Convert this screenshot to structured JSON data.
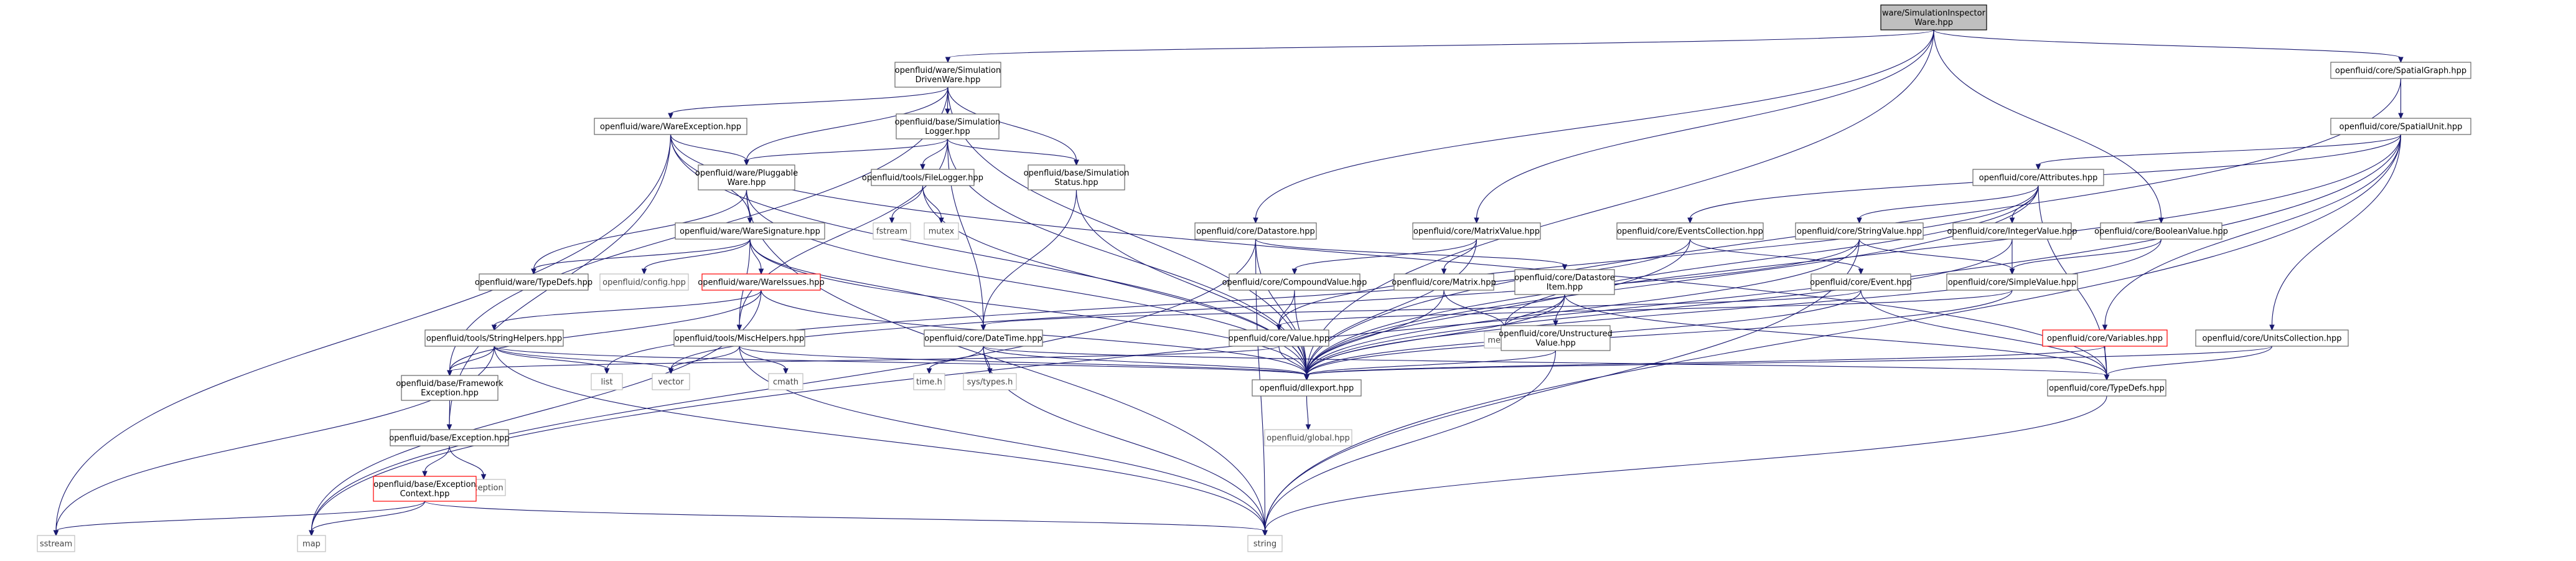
{
  "graph": {
    "nodes": [
      {
        "id": "root",
        "lines": [
          "ware/SimulationInspector",
          "Ware.hpp"
        ],
        "style": "focus"
      },
      {
        "id": "simdriven",
        "lines": [
          "openfluid/ware/Simulation",
          "DrivenWare.hpp"
        ],
        "style": "normal"
      },
      {
        "id": "spatialgraph",
        "lines": [
          "openfluid/core/SpatialGraph.hpp"
        ],
        "style": "normal"
      },
      {
        "id": "wareexc",
        "lines": [
          "openfluid/ware/WareException.hpp"
        ],
        "style": "normal"
      },
      {
        "id": "simlogger",
        "lines": [
          "openfluid/base/Simulation",
          "Logger.hpp"
        ],
        "style": "normal"
      },
      {
        "id": "spatialunit",
        "lines": [
          "openfluid/core/SpatialUnit.hpp"
        ],
        "style": "normal"
      },
      {
        "id": "pluggable",
        "lines": [
          "openfluid/ware/Pluggable",
          "Ware.hpp"
        ],
        "style": "normal"
      },
      {
        "id": "filelogger",
        "lines": [
          "openfluid/tools/FileLogger.hpp"
        ],
        "style": "normal"
      },
      {
        "id": "simstatus",
        "lines": [
          "openfluid/base/Simulation",
          "Status.hpp"
        ],
        "style": "normal"
      },
      {
        "id": "attributes",
        "lines": [
          "openfluid/core/Attributes.hpp"
        ],
        "style": "normal"
      },
      {
        "id": "waresig",
        "lines": [
          "openfluid/ware/WareSignature.hpp"
        ],
        "style": "normal"
      },
      {
        "id": "fstream",
        "lines": [
          "fstream"
        ],
        "style": "plain"
      },
      {
        "id": "mutex",
        "lines": [
          "mutex"
        ],
        "style": "plain"
      },
      {
        "id": "datastore",
        "lines": [
          "openfluid/core/Datastore.hpp"
        ],
        "style": "normal"
      },
      {
        "id": "matrixvalue",
        "lines": [
          "openfluid/core/MatrixValue.hpp"
        ],
        "style": "normal"
      },
      {
        "id": "eventscoll",
        "lines": [
          "openfluid/core/EventsCollection.hpp"
        ],
        "style": "normal"
      },
      {
        "id": "stringvalue",
        "lines": [
          "openfluid/core/StringValue.hpp"
        ],
        "style": "normal"
      },
      {
        "id": "integervalue",
        "lines": [
          "openfluid/core/IntegerValue.hpp"
        ],
        "style": "normal"
      },
      {
        "id": "booleanvalue",
        "lines": [
          "openfluid/core/BooleanValue.hpp"
        ],
        "style": "normal"
      },
      {
        "id": "waretypedefs",
        "lines": [
          "openfluid/ware/TypeDefs.hpp"
        ],
        "style": "normal"
      },
      {
        "id": "config",
        "lines": [
          "openfluid/config.hpp"
        ],
        "style": "plain"
      },
      {
        "id": "wareissues",
        "lines": [
          "openfluid/ware/WareIssues.hpp"
        ],
        "style": "red"
      },
      {
        "id": "compoundvalue",
        "lines": [
          "openfluid/core/CompoundValue.hpp"
        ],
        "style": "normal"
      },
      {
        "id": "matrix",
        "lines": [
          "openfluid/core/Matrix.hpp"
        ],
        "style": "normal"
      },
      {
        "id": "dsitem",
        "lines": [
          "openfluid/core/Datastore",
          "Item.hpp"
        ],
        "style": "normal"
      },
      {
        "id": "event",
        "lines": [
          "openfluid/core/Event.hpp"
        ],
        "style": "normal"
      },
      {
        "id": "simplevalue",
        "lines": [
          "openfluid/core/SimpleValue.hpp"
        ],
        "style": "normal"
      },
      {
        "id": "stringhelpers",
        "lines": [
          "openfluid/tools/StringHelpers.hpp"
        ],
        "style": "normal"
      },
      {
        "id": "mischelpers",
        "lines": [
          "openfluid/tools/MiscHelpers.hpp"
        ],
        "style": "normal"
      },
      {
        "id": "datetime",
        "lines": [
          "openfluid/core/DateTime.hpp"
        ],
        "style": "normal"
      },
      {
        "id": "value",
        "lines": [
          "openfluid/core/Value.hpp"
        ],
        "style": "normal"
      },
      {
        "id": "memory",
        "lines": [
          "memory"
        ],
        "style": "plain"
      },
      {
        "id": "unstructured",
        "lines": [
          "openfluid/core/Unstructured",
          "Value.hpp"
        ],
        "style": "normal"
      },
      {
        "id": "variables",
        "lines": [
          "openfluid/core/Variables.hpp"
        ],
        "style": "red"
      },
      {
        "id": "unitscoll",
        "lines": [
          "openfluid/core/UnitsCollection.hpp"
        ],
        "style": "normal"
      },
      {
        "id": "fwexc",
        "lines": [
          "openfluid/base/Framework",
          "Exception.hpp"
        ],
        "style": "normal"
      },
      {
        "id": "list",
        "lines": [
          "list"
        ],
        "style": "plain"
      },
      {
        "id": "vector",
        "lines": [
          "vector"
        ],
        "style": "plain"
      },
      {
        "id": "cmath",
        "lines": [
          "cmath"
        ],
        "style": "plain"
      },
      {
        "id": "timeh",
        "lines": [
          "time.h"
        ],
        "style": "plain"
      },
      {
        "id": "systypes",
        "lines": [
          "sys/types.h"
        ],
        "style": "plain"
      },
      {
        "id": "dllexport",
        "lines": [
          "openfluid/dllexport.hpp"
        ],
        "style": "normal"
      },
      {
        "id": "coretypedefs",
        "lines": [
          "openfluid/core/TypeDefs.hpp"
        ],
        "style": "normal"
      },
      {
        "id": "baseexc",
        "lines": [
          "openfluid/base/Exception.hpp"
        ],
        "style": "normal"
      },
      {
        "id": "exception",
        "lines": [
          "exception"
        ],
        "style": "plain"
      },
      {
        "id": "global",
        "lines": [
          "openfluid/global.hpp"
        ],
        "style": "plain"
      },
      {
        "id": "exccontext",
        "lines": [
          "openfluid/base/Exception",
          "Context.hpp"
        ],
        "style": "red"
      },
      {
        "id": "sstream",
        "lines": [
          "sstream"
        ],
        "style": "plain"
      },
      {
        "id": "map",
        "lines": [
          "map"
        ],
        "style": "plain"
      },
      {
        "id": "string",
        "lines": [
          "string"
        ],
        "style": "plain"
      }
    ],
    "edges": [
      [
        "root",
        "simdriven"
      ],
      [
        "root",
        "spatialgraph"
      ],
      [
        "root",
        "datastore"
      ],
      [
        "root",
        "matrixvalue"
      ],
      [
        "root",
        "booleanvalue"
      ],
      [
        "root",
        "dllexport"
      ],
      [
        "simdriven",
        "wareexc"
      ],
      [
        "simdriven",
        "simlogger"
      ],
      [
        "simdriven",
        "pluggable"
      ],
      [
        "simdriven",
        "simstatus"
      ],
      [
        "simdriven",
        "fwexc"
      ],
      [
        "simdriven",
        "dllexport"
      ],
      [
        "spatialgraph",
        "spatialunit"
      ],
      [
        "spatialgraph",
        "dllexport"
      ],
      [
        "wareexc",
        "pluggable"
      ],
      [
        "wareexc",
        "waresig"
      ],
      [
        "wareexc",
        "baseexc"
      ],
      [
        "wareexc",
        "sstream"
      ],
      [
        "wareexc",
        "dllexport"
      ],
      [
        "wareexc",
        "coretypedefs"
      ],
      [
        "simlogger",
        "pluggable"
      ],
      [
        "simlogger",
        "filelogger"
      ],
      [
        "simlogger",
        "simstatus"
      ],
      [
        "simlogger",
        "mischelpers"
      ],
      [
        "simlogger",
        "datetime"
      ],
      [
        "simlogger",
        "dllexport"
      ],
      [
        "spatialunit",
        "attributes"
      ],
      [
        "spatialunit",
        "eventscoll"
      ],
      [
        "spatialunit",
        "variables"
      ],
      [
        "spatialunit",
        "unitscoll"
      ],
      [
        "spatialunit",
        "dllexport"
      ],
      [
        "spatialunit",
        "string"
      ],
      [
        "spatialunit",
        "map"
      ],
      [
        "pluggable",
        "waresig"
      ],
      [
        "pluggable",
        "waretypedefs"
      ],
      [
        "pluggable",
        "dllexport"
      ],
      [
        "pluggable",
        "string"
      ],
      [
        "filelogger",
        "fstream"
      ],
      [
        "filelogger",
        "mutex"
      ],
      [
        "filelogger",
        "dllexport"
      ],
      [
        "simstatus",
        "datetime"
      ],
      [
        "simstatus",
        "dllexport"
      ],
      [
        "attributes",
        "stringvalue"
      ],
      [
        "attributes",
        "integervalue"
      ],
      [
        "attributes",
        "value"
      ],
      [
        "attributes",
        "memory"
      ],
      [
        "attributes",
        "coretypedefs"
      ],
      [
        "attributes",
        "dllexport"
      ],
      [
        "waresig",
        "config"
      ],
      [
        "waresig",
        "wareissues"
      ],
      [
        "waresig",
        "datetime"
      ],
      [
        "waresig",
        "mischelpers"
      ],
      [
        "waresig",
        "dllexport"
      ],
      [
        "waresig",
        "waretypedefs"
      ],
      [
        "datastore",
        "dsitem"
      ],
      [
        "datastore",
        "dllexport"
      ],
      [
        "datastore",
        "string"
      ],
      [
        "datastore",
        "map"
      ],
      [
        "matrixvalue",
        "compoundvalue"
      ],
      [
        "matrixvalue",
        "matrix"
      ],
      [
        "matrixvalue",
        "dllexport"
      ],
      [
        "eventscoll",
        "event"
      ],
      [
        "eventscoll",
        "list"
      ],
      [
        "eventscoll",
        "dllexport"
      ],
      [
        "stringvalue",
        "simplevalue"
      ],
      [
        "stringvalue",
        "dllexport"
      ],
      [
        "stringvalue",
        "vector"
      ],
      [
        "stringvalue",
        "string"
      ],
      [
        "integervalue",
        "simplevalue"
      ],
      [
        "integervalue",
        "dllexport"
      ],
      [
        "booleanvalue",
        "simplevalue"
      ],
      [
        "booleanvalue",
        "dllexport"
      ],
      [
        "wareissues",
        "stringhelpers"
      ],
      [
        "wareissues",
        "fwexc"
      ],
      [
        "wareissues",
        "dllexport"
      ],
      [
        "wareissues",
        "map"
      ],
      [
        "compoundvalue",
        "value"
      ],
      [
        "compoundvalue",
        "dllexport"
      ],
      [
        "matrix",
        "memory"
      ],
      [
        "matrix",
        "dllexport"
      ],
      [
        "dsitem",
        "memory"
      ],
      [
        "dsitem",
        "unstructured"
      ],
      [
        "dsitem",
        "dllexport"
      ],
      [
        "dsitem",
        "coretypedefs"
      ],
      [
        "event",
        "datetime"
      ],
      [
        "event",
        "dllexport"
      ],
      [
        "event",
        "coretypedefs"
      ],
      [
        "simplevalue",
        "value"
      ],
      [
        "simplevalue",
        "dllexport"
      ],
      [
        "stringhelpers",
        "list"
      ],
      [
        "stringhelpers",
        "vector"
      ],
      [
        "stringhelpers",
        "string"
      ],
      [
        "stringhelpers",
        "sstream"
      ],
      [
        "stringhelpers",
        "fwexc"
      ],
      [
        "stringhelpers",
        "dllexport"
      ],
      [
        "mischelpers",
        "cmath"
      ],
      [
        "mischelpers",
        "vector"
      ],
      [
        "mischelpers",
        "string"
      ],
      [
        "mischelpers",
        "dllexport"
      ],
      [
        "datetime",
        "timeh"
      ],
      [
        "datetime",
        "systypes"
      ],
      [
        "datetime",
        "string"
      ],
      [
        "datetime",
        "dllexport"
      ],
      [
        "datetime",
        "coretypedefs"
      ],
      [
        "value",
        "fwexc"
      ],
      [
        "value",
        "dllexport"
      ],
      [
        "unstructured",
        "dllexport"
      ],
      [
        "unstructured",
        "string"
      ],
      [
        "variables",
        "dllexport"
      ],
      [
        "variables",
        "coretypedefs"
      ],
      [
        "unitscoll",
        "dllexport"
      ],
      [
        "unitscoll",
        "coretypedefs"
      ],
      [
        "fwexc",
        "baseexc"
      ],
      [
        "dllexport",
        "global"
      ],
      [
        "baseexc",
        "exccontext"
      ],
      [
        "baseexc",
        "exception"
      ],
      [
        "exccontext",
        "string"
      ],
      [
        "exccontext",
        "sstream"
      ],
      [
        "exccontext",
        "map"
      ],
      [
        "coretypedefs",
        "string"
      ]
    ]
  }
}
